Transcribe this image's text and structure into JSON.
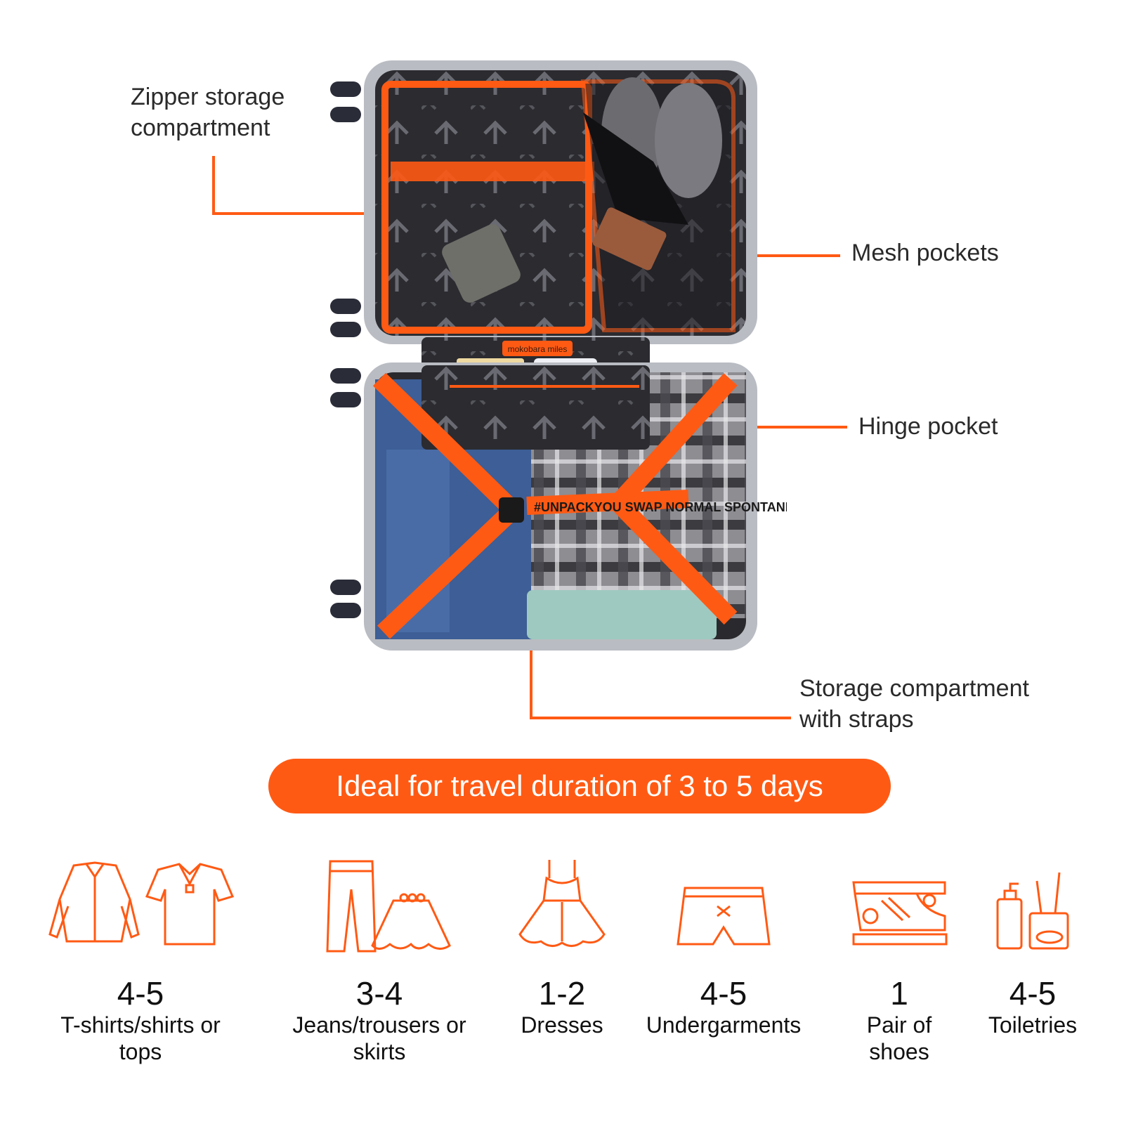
{
  "callouts": {
    "zipper": "Zipper storage\ncompartment",
    "mesh": "Mesh pockets",
    "hinge": "Hinge pocket",
    "straps": "Storage compartment\nwith straps"
  },
  "suitcase_branding": {
    "tag": "mokobara miles",
    "strap_text": "#UNPACKYOU SWAP NORMAL SPONTANEOUS"
  },
  "banner": "Ideal for travel duration of 3 to 5 days",
  "items": [
    {
      "count": "4-5",
      "label": "T-shirts/shirts or\ntops",
      "icon": "shirt-icon"
    },
    {
      "count": "3-4",
      "label": "Jeans/trousers or\nskirts",
      "icon": "trousers-icon"
    },
    {
      "count": "1-2",
      "label": "Dresses",
      "icon": "dress-icon"
    },
    {
      "count": "4-5",
      "label": "Undergarments",
      "icon": "shorts-icon"
    },
    {
      "count": "1",
      "label": "Pair of\nshoes",
      "icon": "sneaker-icon"
    },
    {
      "count": "4-5",
      "label": "Toiletries",
      "icon": "toiletries-icon"
    }
  ],
  "colors": {
    "accent": "#ff5a14",
    "lining": "#2b2b30",
    "shell": "#b9bcc2"
  }
}
